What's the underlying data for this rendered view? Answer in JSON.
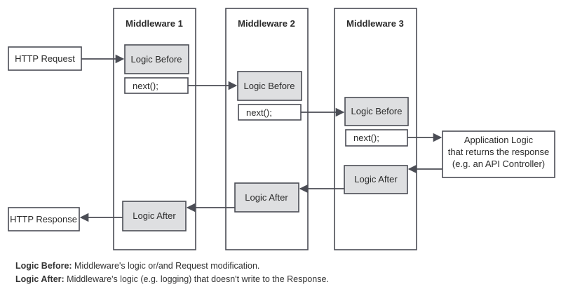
{
  "columns": [
    {
      "title": "Middleware 1"
    },
    {
      "title": "Middleware 2"
    },
    {
      "title": "Middleware 3"
    }
  ],
  "boxes": {
    "m1_logic_before": "Logic Before",
    "m1_next": "next();",
    "m1_logic_after": "Logic After",
    "m2_logic_before": "Logic Before",
    "m2_next": "next();",
    "m2_logic_after": "Logic After",
    "m3_logic_before": "Logic Before",
    "m3_next": "next();",
    "m3_logic_after": "Logic After"
  },
  "external": {
    "http_request": "HTTP Request",
    "http_response": "HTTP Response",
    "app_logic_line1": "Application Logic",
    "app_logic_line2": "that returns the response",
    "app_logic_line3": "(e.g. an API Controller)"
  },
  "legend": {
    "before_term": "Logic Before:",
    "before_desc": "Middleware's logic or/and Request modification.",
    "after_term": "Logic After:",
    "after_desc": "Middleware's logic (e.g. logging) that doesn't write to the Response."
  }
}
